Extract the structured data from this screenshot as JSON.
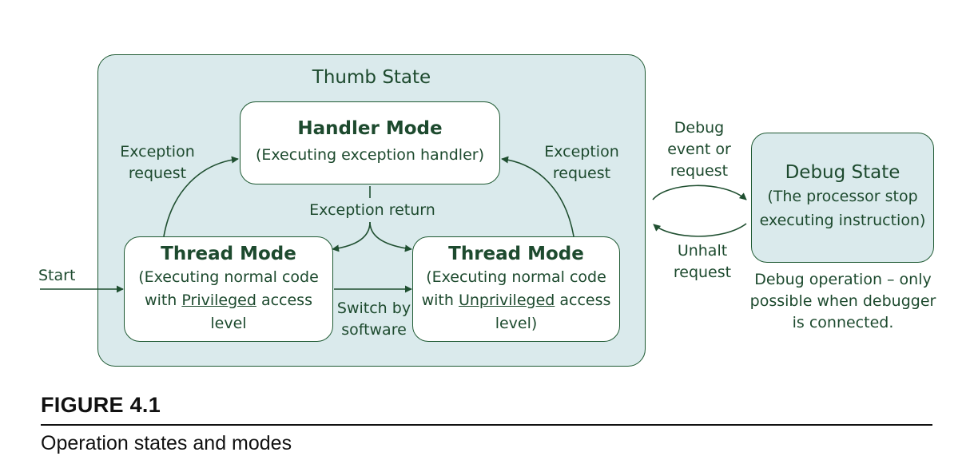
{
  "thumb_state": {
    "title": "Thumb State"
  },
  "handler_mode": {
    "title": "Handler Mode",
    "desc": "(Executing exception handler)"
  },
  "thread_privileged": {
    "title": "Thread Mode",
    "line1": "(Executing normal code",
    "line2_pre": "with ",
    "line2_u": "Privileged",
    "line2_post": " access",
    "line3": "level"
  },
  "thread_unprivileged": {
    "title": "Thread Mode",
    "line1": "(Executing normal code",
    "line2_pre": "with ",
    "line2_u": "Unprivileged",
    "line2_post": " access",
    "line3": "level)"
  },
  "labels": {
    "exception_request_left_1": "Exception",
    "exception_request_left_2": "request",
    "exception_request_right_1": "Exception",
    "exception_request_right_2": "request",
    "exception_return": "Exception return",
    "start": "Start",
    "switch_1": "Switch by",
    "switch_2": "software",
    "debug_event_1": "Debug",
    "debug_event_2": "event or",
    "debug_event_3": "request",
    "unhalt_1": "Unhalt",
    "unhalt_2": "request"
  },
  "debug_state": {
    "title": "Debug State",
    "line1": "(The processor stop",
    "line2": "executing instruction)",
    "note_1": "Debug operation – only",
    "note_2": "possible when debugger",
    "note_3": "is connected."
  },
  "figure": {
    "label": "FIGURE 4.1",
    "caption": "Operation states and modes"
  },
  "colors": {
    "state_fill": "#daeaec",
    "stroke": "#1f5a33",
    "text": "#1d4a2e"
  }
}
